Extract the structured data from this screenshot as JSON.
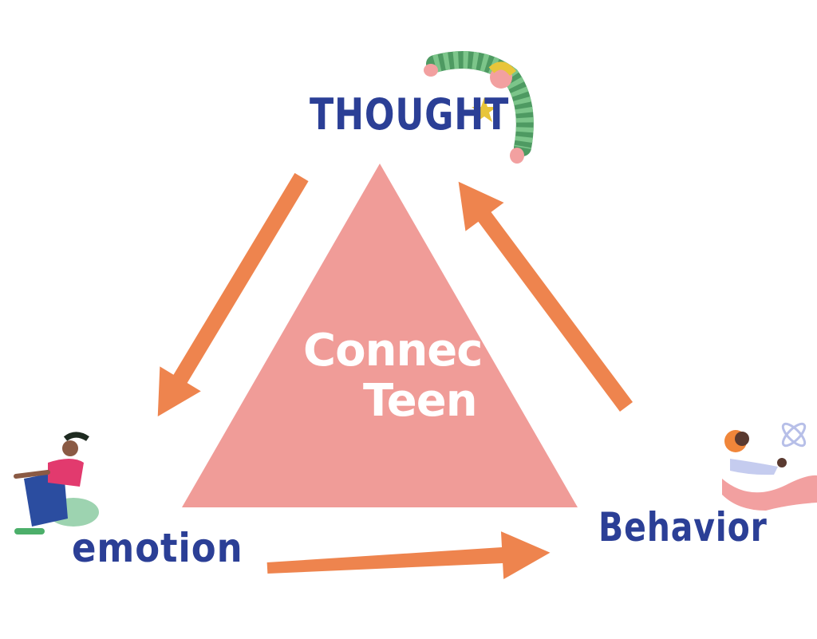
{
  "labels": {
    "thought": "THOUGHT",
    "emotion": "emotion",
    "behavior": "Behavior"
  },
  "logo": {
    "line1": "Connec",
    "line2": "Teen"
  },
  "colors": {
    "triangle": "#F09C98",
    "arrow": "#EE844E",
    "text": "#2B3F96",
    "logo_text": "#FFFFFF"
  }
}
